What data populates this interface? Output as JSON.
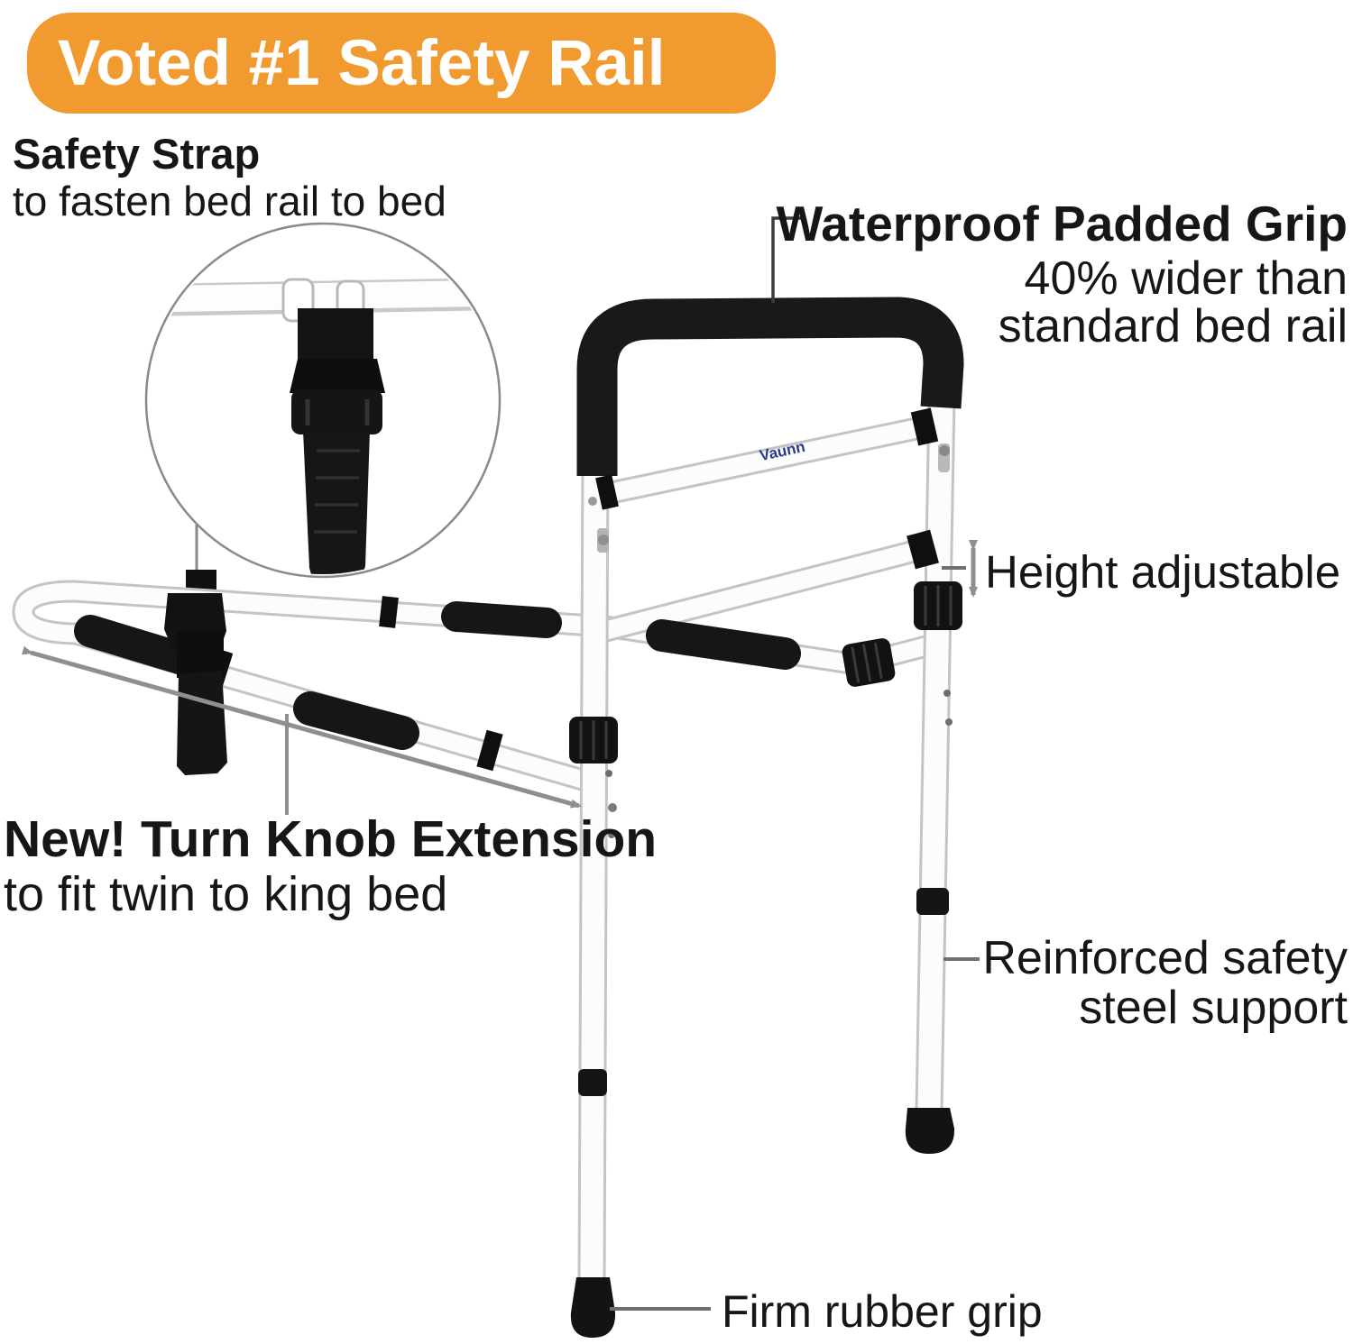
{
  "banner": {
    "label": "Voted #1 Safety Rail"
  },
  "annotations": {
    "safety_strap": {
      "title": "Safety Strap",
      "subtitle": "to fasten bed rail to bed"
    },
    "padded_grip": {
      "title": "Waterproof Padded Grip",
      "line2": "40% wider than",
      "line3": "standard bed rail"
    },
    "height_adjustable": {
      "label": "Height adjustable"
    },
    "turn_knob": {
      "title": "New! Turn Knob Extension",
      "subtitle": "to fit twin to king bed"
    },
    "steel_support": {
      "line1": "Reinforced safety",
      "line2": "steel support"
    },
    "rubber_grip": {
      "label": "Firm rubber grip"
    }
  },
  "product": {
    "brand": "Vaunn"
  },
  "colors": {
    "banner_bg": "#F09A30",
    "banner_text": "#FFFFFF",
    "text": "#161616",
    "leader_gray": "#8F8F8F",
    "tube_edge": "#C4C4C4",
    "tube_fill": "#FCFCFC",
    "black_part": "#141414",
    "brand_navy": "#2B3990"
  }
}
